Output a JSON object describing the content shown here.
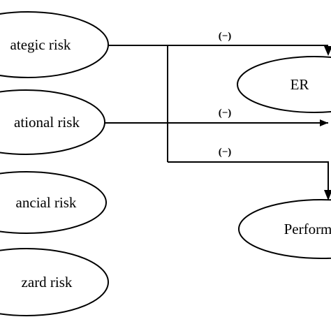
{
  "diagram": {
    "nodes": {
      "strategic": {
        "label": "ategic risk"
      },
      "operational": {
        "label": "ational risk"
      },
      "financial": {
        "label": "ancial risk"
      },
      "hazard": {
        "label": "zard risk"
      },
      "erm": {
        "label": "ER"
      },
      "performance": {
        "label": "Perform"
      }
    },
    "edges": {
      "strategic_to_erm": {
        "label": "(−)"
      },
      "operational_to_erm": {
        "label": "(−)"
      },
      "to_performance": {
        "label": "(−)"
      }
    }
  }
}
